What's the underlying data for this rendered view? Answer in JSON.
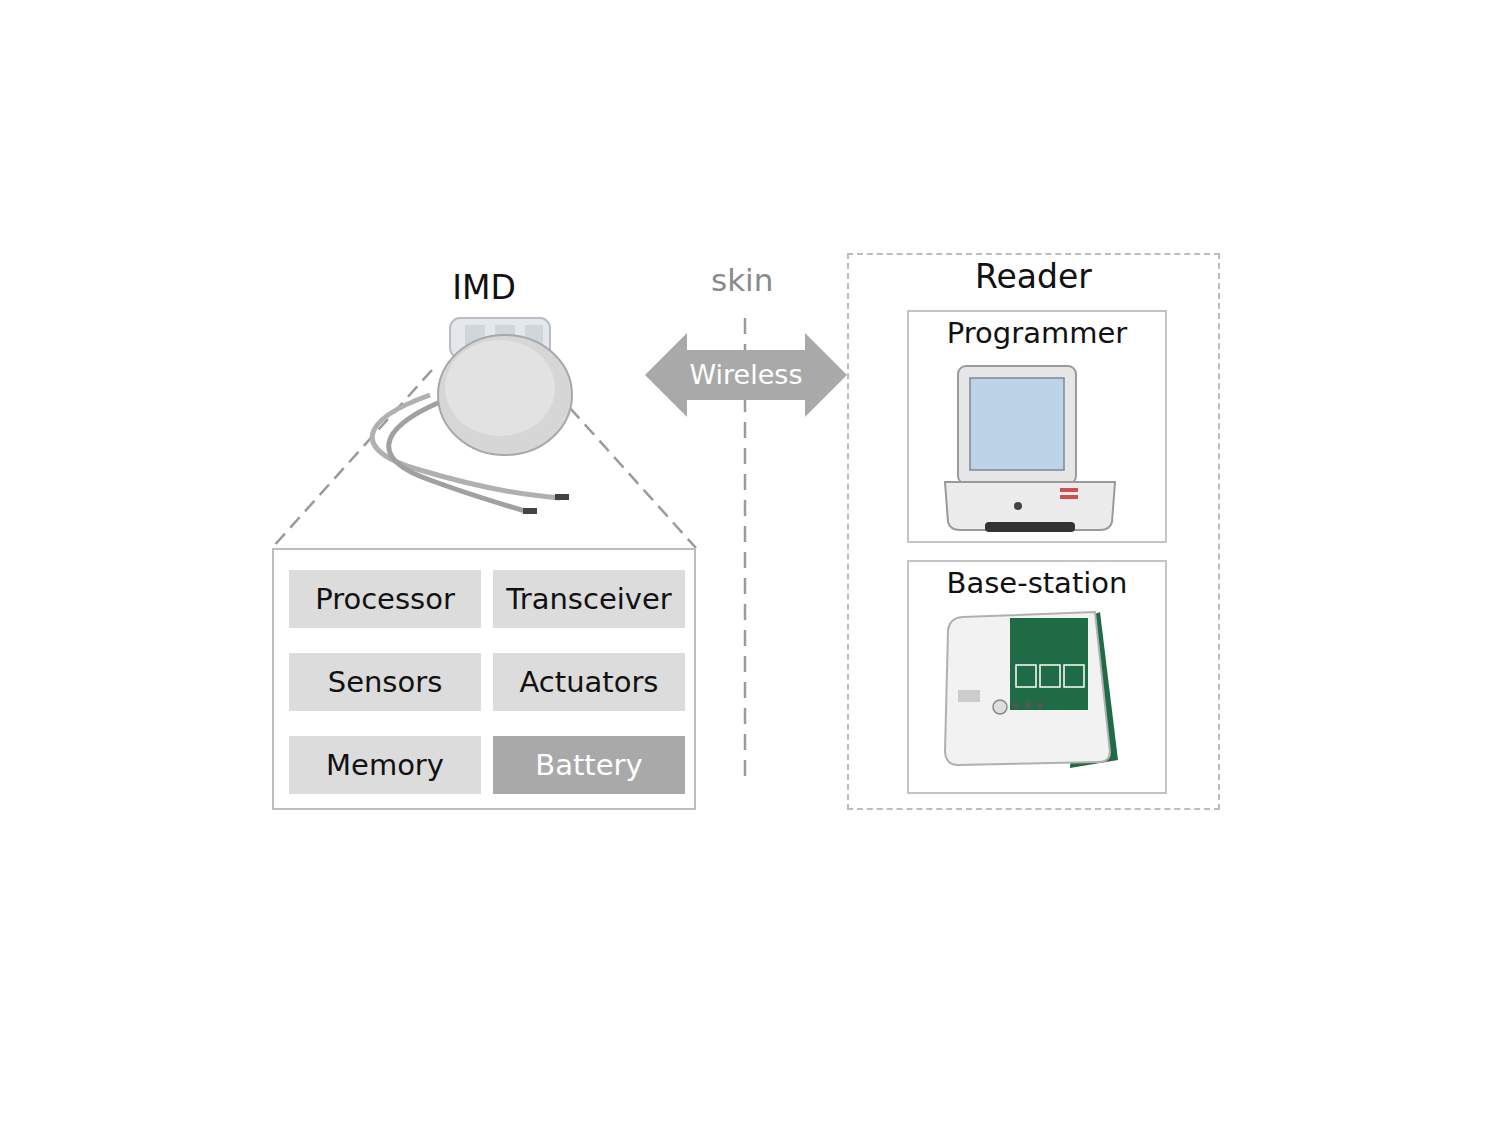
{
  "diagram": {
    "nodes": [
      {
        "text": [
          "IMD"
        ]
      },
      {
        "text": [
          "Processor"
        ],
        "in": 0
      },
      {
        "text": [
          "Transceiver"
        ],
        "in": 0
      },
      {
        "text": [
          "Sensors"
        ],
        "in": 0
      },
      {
        "text": [
          "Actuators"
        ],
        "in": 0
      },
      {
        "text": [
          "Memory"
        ],
        "in": 0
      },
      {
        "text": [
          "Battery"
        ],
        "in": 0
      },
      {
        "text": [
          "Reader"
        ]
      },
      {
        "text": [
          "Programmer"
        ],
        "in": 7
      },
      {
        "text": [
          "Base-station"
        ],
        "in": 7
      }
    ],
    "edges": [
      {
        "from": 0,
        "to": 7,
        "label": "Wireless",
        "arrow": "both"
      }
    ],
    "labels": [
      "skin"
    ]
  }
}
